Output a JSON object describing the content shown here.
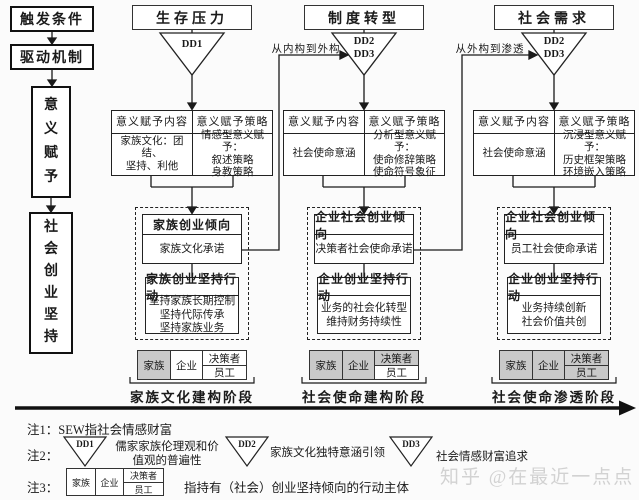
{
  "sidebar": {
    "trigger": "触发条件",
    "mechanism": "驱动机制",
    "meaning": "意\n义\n赋\n予",
    "persistence": "社\n会\n创\n业\n坚\n持"
  },
  "actor_labels": [
    "家族",
    "企业",
    "决策者",
    "员工"
  ],
  "flow_labels": {
    "to_external": "从内构到外构",
    "to_permeation": "从外构到渗透"
  },
  "columns": [
    {
      "header": "生存压力",
      "dd": "DD1",
      "content_header": "意义赋予内容",
      "strategy_header": "意义赋予策略",
      "content": "家族文化：团结、\n坚持、利他",
      "strategy": "情感型意义赋予：\n叙述策略\n身教策略",
      "tendency_header": "家族创业倾向",
      "tendency_content": "家族文化承诺",
      "action_header": "家族创业坚持行动",
      "action_content": "坚持家族长期控制\n坚持代际传承\n坚持家族业务",
      "actors_shaded": [
        0
      ],
      "stage": "家族文化建构阶段"
    },
    {
      "header": "制度转型",
      "dd": "DD2\nDD3",
      "content_header": "意义赋予内容",
      "strategy_header": "意义赋予策略",
      "content": "社会使命意涵",
      "strategy": "分析型意义赋予：\n使命修辞策略\n使命符号象征",
      "tendency_header": "企业社会创业倾向",
      "tendency_content": "决策者社会使命承诺",
      "action_header": "企业创业坚持行动",
      "action_content": "业务的社会化转型\n维持财务持续性",
      "actors_shaded": [
        0,
        1,
        2
      ],
      "stage": "社会使命建构阶段"
    },
    {
      "header": "社会需求",
      "dd": "DD2\nDD3",
      "content_header": "意义赋予内容",
      "strategy_header": "意义赋予策略",
      "content": "社会使命意涵",
      "strategy": "沉浸型意义赋予：\n历史框架策略\n环境嵌入策略",
      "tendency_header": "企业社会创业倾向",
      "tendency_content": "员工社会使命承诺",
      "action_header": "企业创业坚持行动",
      "action_content": "业务持续创新\n社会价值共创",
      "actors_shaded": [
        0,
        1,
        2,
        3
      ],
      "stage": "社会使命渗透阶段"
    }
  ],
  "notes": {
    "note1_label": "注1：",
    "note1_text": "SEW指社会情感财富",
    "note2_label": "注2：",
    "dd1": "DD1",
    "dd1_text": "儒家家族伦理观和价\n值观的普遍性",
    "dd2": "DD2",
    "dd2_text": "家族文化独特意涵引领",
    "dd3": "DD3",
    "dd3_text": "社会情感财富追求",
    "note3_label": "注3：",
    "note3_text": "指持有（社会）创业坚持倾向的行动主体"
  },
  "watermark": "知乎 @在最近一点点",
  "colors": {
    "shaded_cell": "#c9c9c9",
    "line": "#1a1a1a",
    "watermark": "#d2d2d2"
  }
}
